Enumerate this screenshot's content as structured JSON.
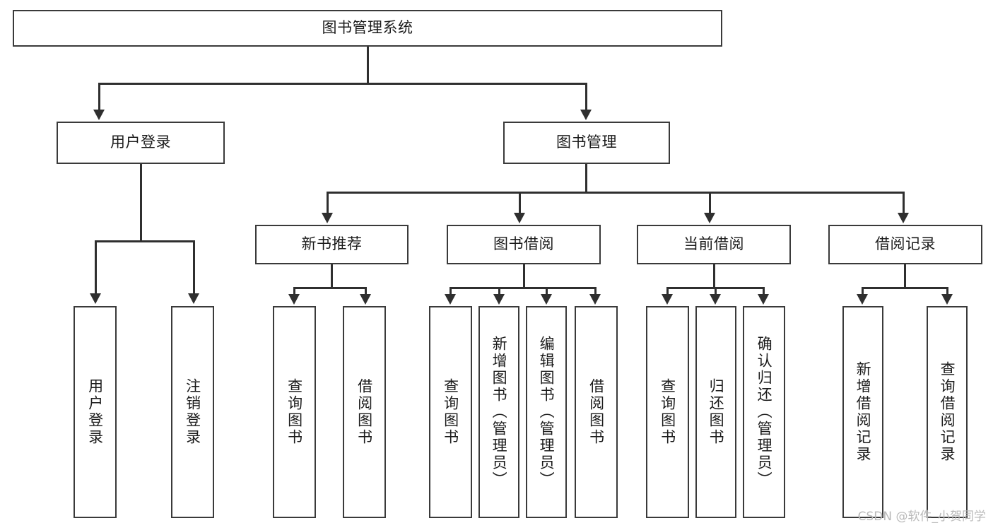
{
  "diagram": {
    "title_node": {
      "label": "图书管理系统"
    },
    "level2": [
      {
        "id": "user-login",
        "label": "用户登录"
      },
      {
        "id": "book-management",
        "label": "图书管理"
      }
    ],
    "level3": [
      {
        "id": "new-book-recommend",
        "label": "新书推荐"
      },
      {
        "id": "book-borrow",
        "label": "图书借阅"
      },
      {
        "id": "current-borrow",
        "label": "当前借阅"
      },
      {
        "id": "borrow-record",
        "label": "借阅记录"
      }
    ],
    "leaves": [
      {
        "id": "leaf-user-login",
        "label": "用户登录",
        "parent": "user-login"
      },
      {
        "id": "leaf-logout-login",
        "label": "注销登录",
        "parent": "user-login"
      },
      {
        "id": "leaf-query-book-1",
        "label": "查询图书",
        "parent": "new-book-recommend"
      },
      {
        "id": "leaf-borrow-book-1",
        "label": "借阅图书",
        "parent": "new-book-recommend"
      },
      {
        "id": "leaf-query-book-2",
        "label": "查询图书",
        "parent": "book-borrow"
      },
      {
        "id": "leaf-add-book",
        "label": "新增图书（管理员）",
        "parent": "book-borrow"
      },
      {
        "id": "leaf-edit-book",
        "label": "编辑图书（管理员）",
        "parent": "book-borrow"
      },
      {
        "id": "leaf-borrow-book-2",
        "label": "借阅图书",
        "parent": "book-borrow"
      },
      {
        "id": "leaf-query-book-3",
        "label": "查询图书",
        "parent": "current-borrow"
      },
      {
        "id": "leaf-return-book",
        "label": "归还图书",
        "parent": "current-borrow"
      },
      {
        "id": "leaf-confirm-return",
        "label": "确认归还（管理员）",
        "parent": "current-borrow"
      },
      {
        "id": "leaf-add-record",
        "label": "新增借阅记录",
        "parent": "borrow-record"
      },
      {
        "id": "leaf-query-record",
        "label": "查询借阅记录",
        "parent": "borrow-record"
      }
    ],
    "watermark": "CSDN @软件_小贺同学",
    "colors": {
      "stroke": "#3a3a3a",
      "connector": "#2f2f2f",
      "background": "#ffffff",
      "text": "#1b1b1b",
      "watermark": "#b9b9b9"
    }
  }
}
